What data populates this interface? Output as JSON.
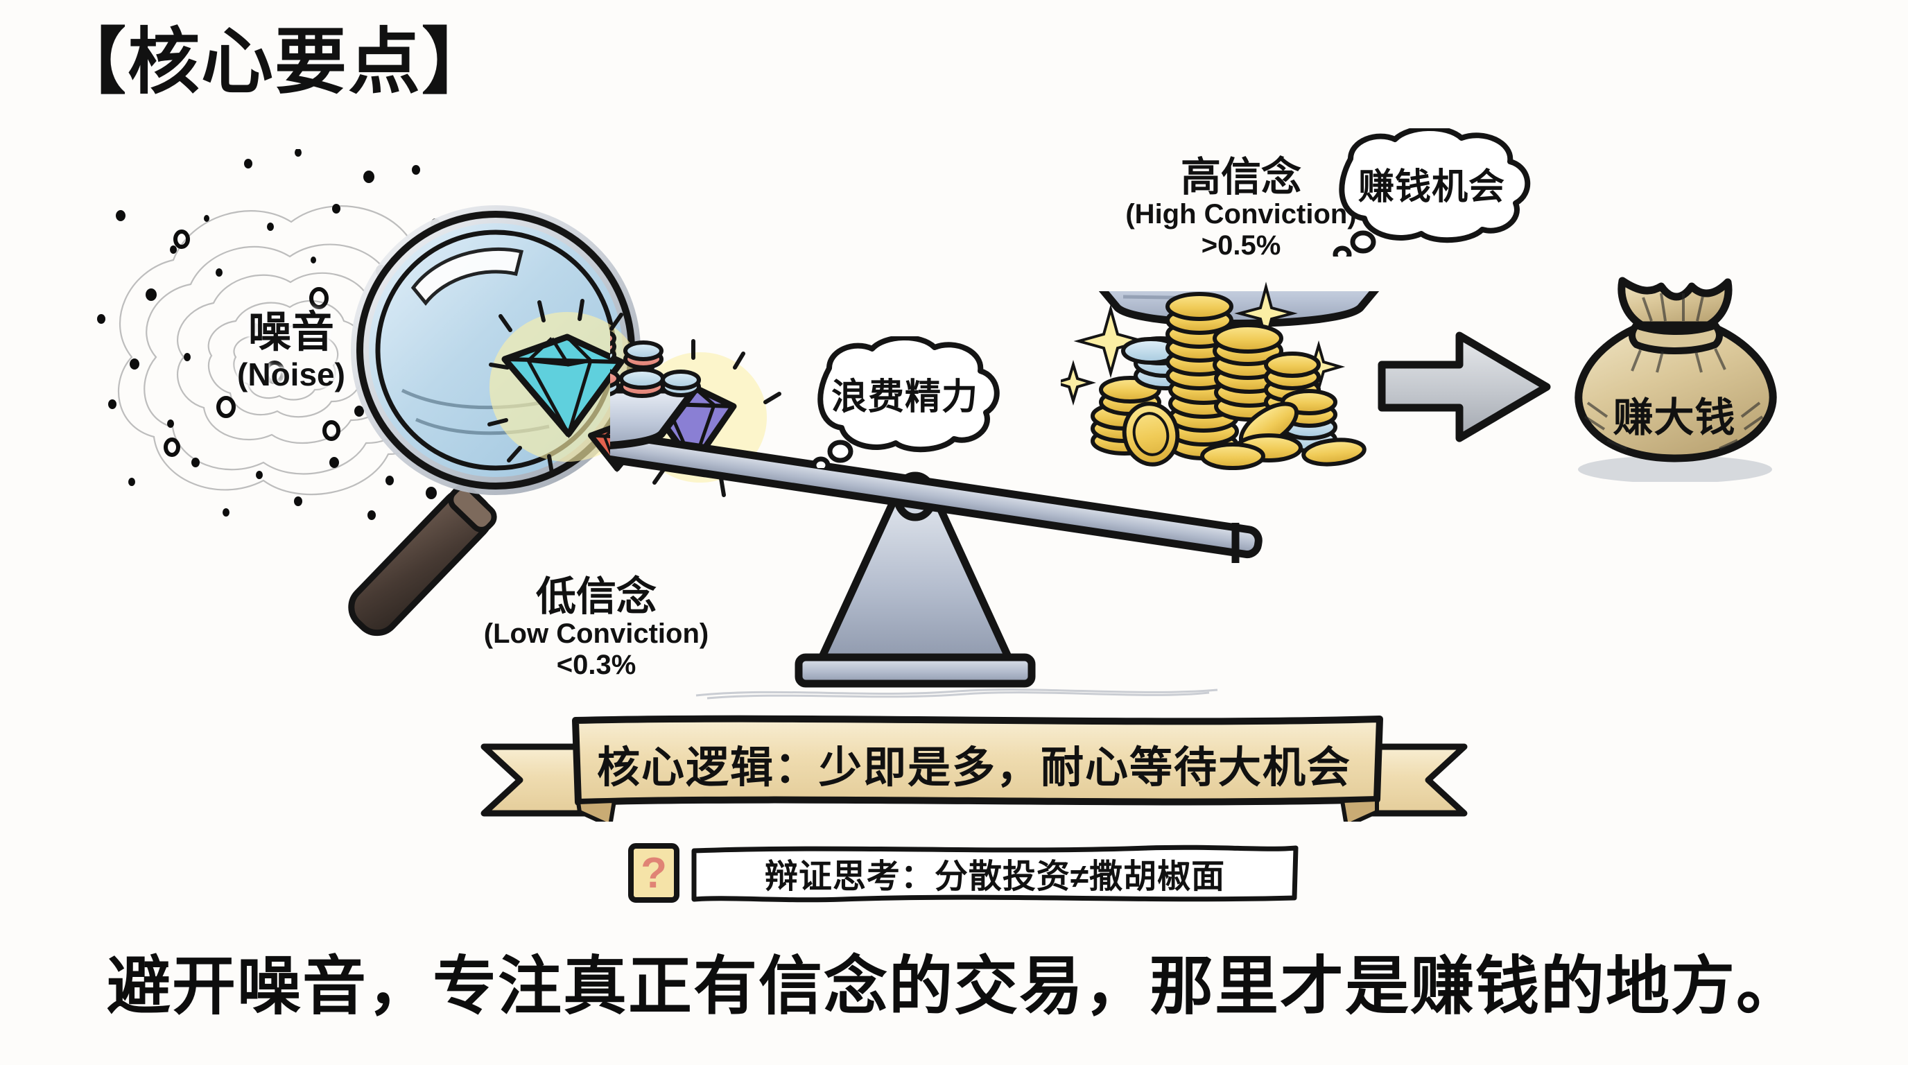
{
  "title": "【核心要点】",
  "noise": {
    "cn": "噪音",
    "en": "(Noise)",
    "icon": "scribble-cloud-icon"
  },
  "magnifier": {
    "icon": "magnifying-glass-icon",
    "lens_color": "#bcd8ea",
    "handle_color": "#4a3b33"
  },
  "gems": [
    {
      "name": "diamond-cyan",
      "color": "#5fd0dd"
    },
    {
      "name": "diamond-red",
      "color": "#e4634f"
    },
    {
      "name": "diamond-purple",
      "color": "#8a7fd4"
    }
  ],
  "scale": {
    "left_pan_icon": "coin-pile-small-icon",
    "right_pan_icon": "coin-pile-large-icon",
    "frame_color": "#aab3c4"
  },
  "low_conviction": {
    "cn": "低信念",
    "en": "(Low Conviction)",
    "pct": "<0.3%"
  },
  "high_conviction": {
    "cn": "高信念",
    "en": "(High Conviction)",
    "pct": ">0.5%"
  },
  "bubbles": {
    "waste": "浪费精力",
    "opportunity": "赚钱机会"
  },
  "arrow": {
    "icon": "arrow-right-icon"
  },
  "money_bag": {
    "icon": "money-bag-icon",
    "label": "赚大钱",
    "color": "#d9c79a"
  },
  "banner": {
    "text": "核心逻辑：少即是多，耐心等待大机会",
    "color": "#efdcb0"
  },
  "note": {
    "icon": "question-mark-icon",
    "text": "辩证思考：分散投资≠撒胡椒面",
    "icon_box_color": "#f5e3a8",
    "icon_color": "#e08375"
  },
  "caption": "避开噪音，专注真正有信念的交易，那里才是赚钱的地方。",
  "colors": {
    "background": "#fdfcfa",
    "ink": "#111111",
    "gold": "#f1cf55",
    "silver": "#b9c2d1"
  }
}
